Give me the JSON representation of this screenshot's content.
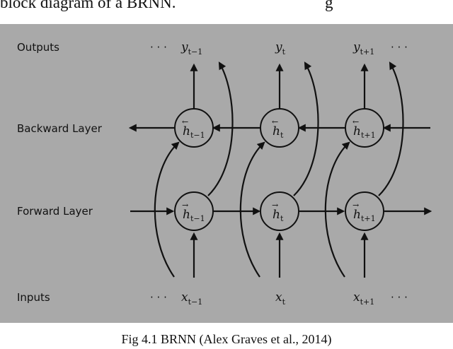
{
  "header": {
    "line_start": "block diagram of a BRNN.",
    "line_end": "g"
  },
  "diagram": {
    "rows": {
      "outputs": "Outputs",
      "backward": "Backward Layer",
      "forward": "Forward Layer",
      "inputs": "Inputs"
    },
    "ellipsis": "· · ·",
    "outputs": [
      {
        "base": "y",
        "sub": "t−1"
      },
      {
        "base": "y",
        "sub": "t"
      },
      {
        "base": "y",
        "sub": "t+1"
      }
    ],
    "inputs": [
      {
        "base": "x",
        "sub": "t−1"
      },
      {
        "base": "x",
        "sub": "t"
      },
      {
        "base": "x",
        "sub": "t+1"
      }
    ],
    "backward_nodes": [
      {
        "accent": "←",
        "base": "h",
        "sub": "t−1"
      },
      {
        "accent": "←",
        "base": "h",
        "sub": "t"
      },
      {
        "accent": "←",
        "base": "h",
        "sub": "t+1"
      }
    ],
    "forward_nodes": [
      {
        "accent": "→",
        "base": "h",
        "sub": "t−1"
      },
      {
        "accent": "→",
        "base": "h",
        "sub": "t"
      },
      {
        "accent": "→",
        "base": "h",
        "sub": "t+1"
      }
    ]
  },
  "caption": "Fig 4.1 BRNN (Alex Graves et al., 2014)"
}
